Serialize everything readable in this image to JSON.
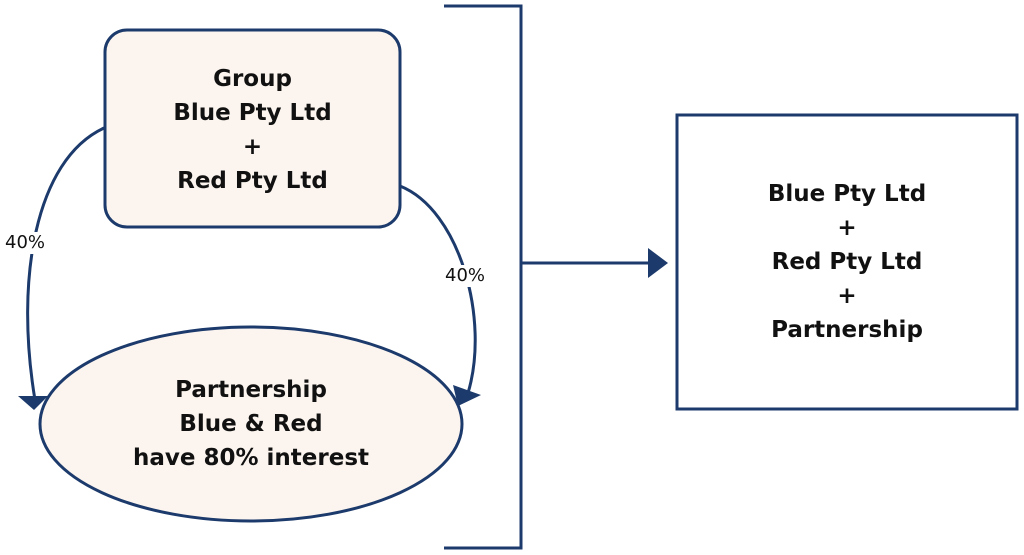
{
  "colors": {
    "stroke": "#1c3a6b",
    "fill_group": "#fcf5ef",
    "fill_partnership": "#fcf5ef",
    "fill_result": "#ffffff",
    "text": "#111111"
  },
  "group_box": {
    "lines": [
      "Group",
      "Blue Pty Ltd",
      "+",
      "Red Pty Ltd"
    ]
  },
  "partnership_ellipse": {
    "lines": [
      "Partnership",
      "Blue & Red",
      "have 80% interest"
    ]
  },
  "result_box": {
    "lines": [
      "Blue Pty Ltd",
      "+",
      "Red Pty Ltd",
      "+",
      "Partnership"
    ]
  },
  "edges": {
    "left_label": "40%",
    "right_label": "40%"
  }
}
